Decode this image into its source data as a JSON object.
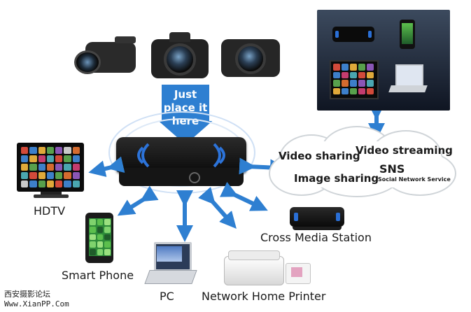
{
  "hub": {
    "badge_line1": "Just",
    "badge_line2": "place it",
    "badge_line3": "here"
  },
  "devices": {
    "hdtv": "HDTV",
    "smart_phone": "Smart Phone",
    "pc": "PC",
    "printer": "Network Home Printer",
    "station": "Cross Media Station"
  },
  "cloud": {
    "video_sharing": "Video sharing",
    "video_streaming": "Video streaming",
    "image_sharing": "Image sharing",
    "sns": "SNS",
    "sns_sub": "Social Network Service"
  },
  "watermark": {
    "line1": "西安摄影论坛",
    "line2": "Www.XianPP.Com"
  },
  "colors": {
    "arrow": "#2e7fd1",
    "hub_body": "#111111",
    "hub_glow": "#2c73d9"
  }
}
